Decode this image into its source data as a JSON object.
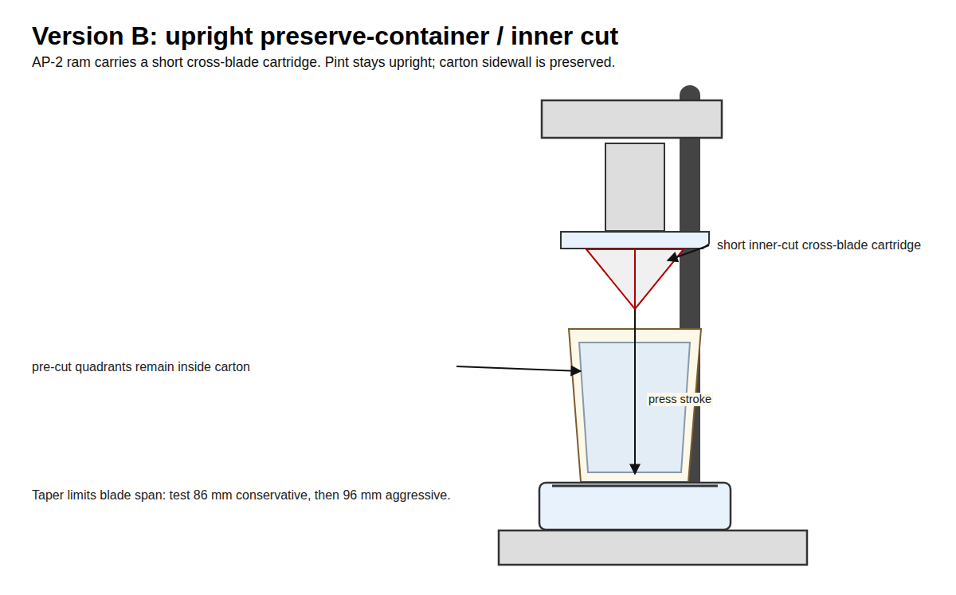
{
  "diagram": {
    "title": "Version B: upright preserve-container / inner cut",
    "caption": "AP-2 ram carries a short cross-blade cartridge. Pint stays upright; carton sidewall is preserved.",
    "labels": [
      "short inner-cut cross-blade cartridge",
      "pre-cut quadrants remain inside carton",
      "press stroke",
      "Taper limits blade span: test 86 mm conservative, then 96 mm aggressive."
    ]
  }
}
